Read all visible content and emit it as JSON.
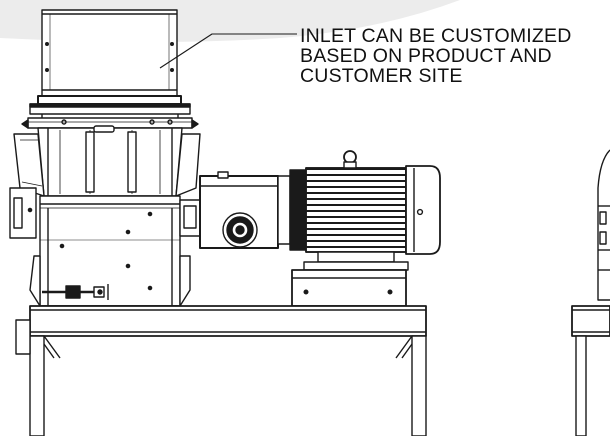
{
  "callout": {
    "lines": [
      "INLET CAN BE CUSTOMIZED",
      "BASED ON PRODUCT AND",
      "CUSTOMER SITE"
    ]
  },
  "colors": {
    "line": "#1a1a1a",
    "background": "#ffffff",
    "shadow": "#e9e9e9",
    "dark_fill": "#222222"
  }
}
